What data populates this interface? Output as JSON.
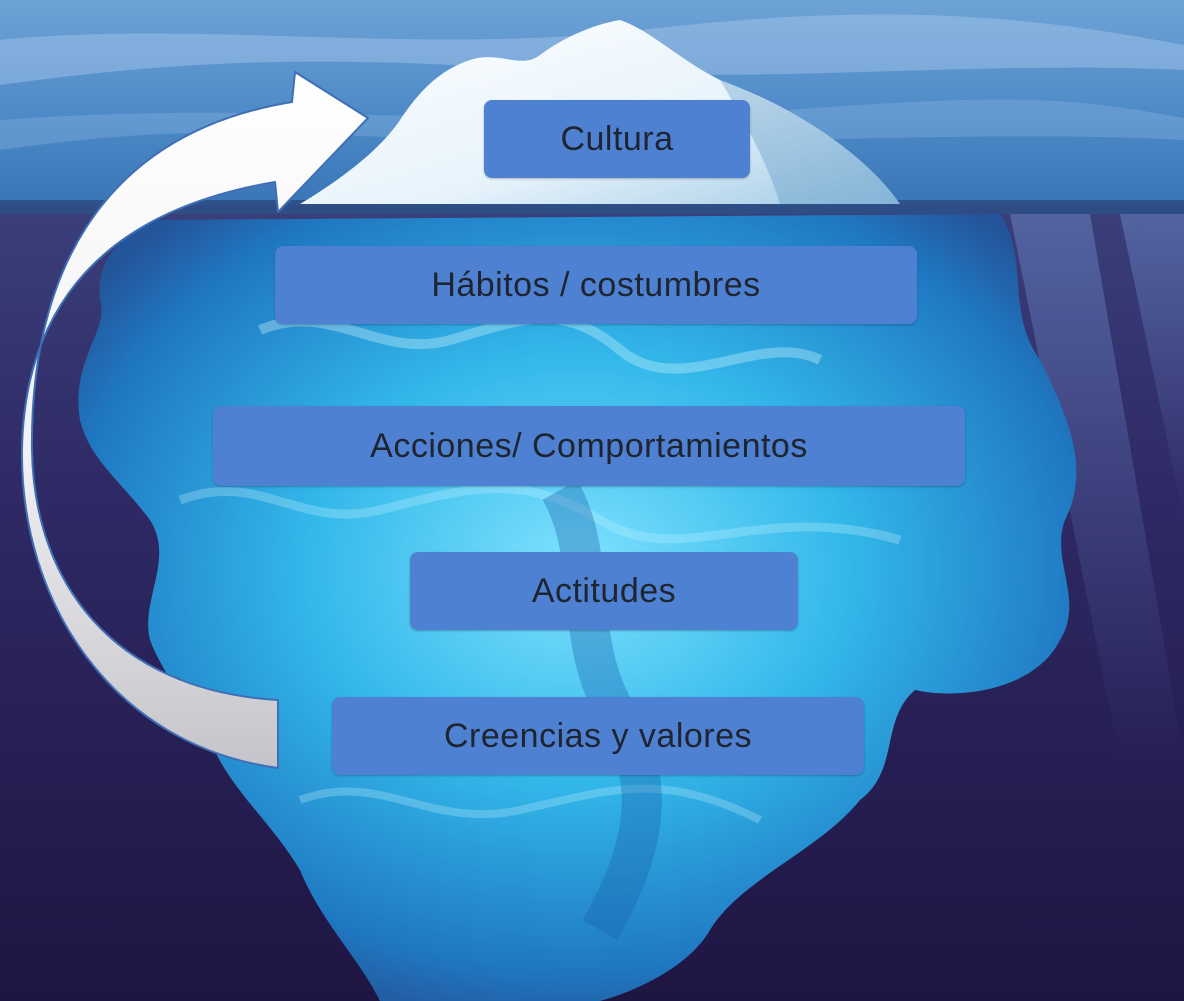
{
  "layers": [
    {
      "id": "cultura",
      "label": "Cultura"
    },
    {
      "id": "habitos",
      "label": "Hábitos / costumbres"
    },
    {
      "id": "acciones",
      "label": "Acciones/ Comportamientos"
    },
    {
      "id": "actitudes",
      "label": "Actitudes"
    },
    {
      "id": "creencias",
      "label": "Creencias y valores"
    }
  ],
  "colors": {
    "box_fill": "#4f81d2",
    "box_text": "#1e2430",
    "sky": "#4b88c6",
    "deep_water": "#2a1f55",
    "ice_surface": "#f3f8ff",
    "ice_underwater": "#33b8ea",
    "arrow_fill_top": "#ffffff",
    "arrow_fill_bottom": "#c9c9ce",
    "arrow_stroke": "#3f6fb6"
  },
  "arrow": {
    "direction": "from bottom layer up to top layer",
    "from": "creencias",
    "to": "cultura"
  }
}
